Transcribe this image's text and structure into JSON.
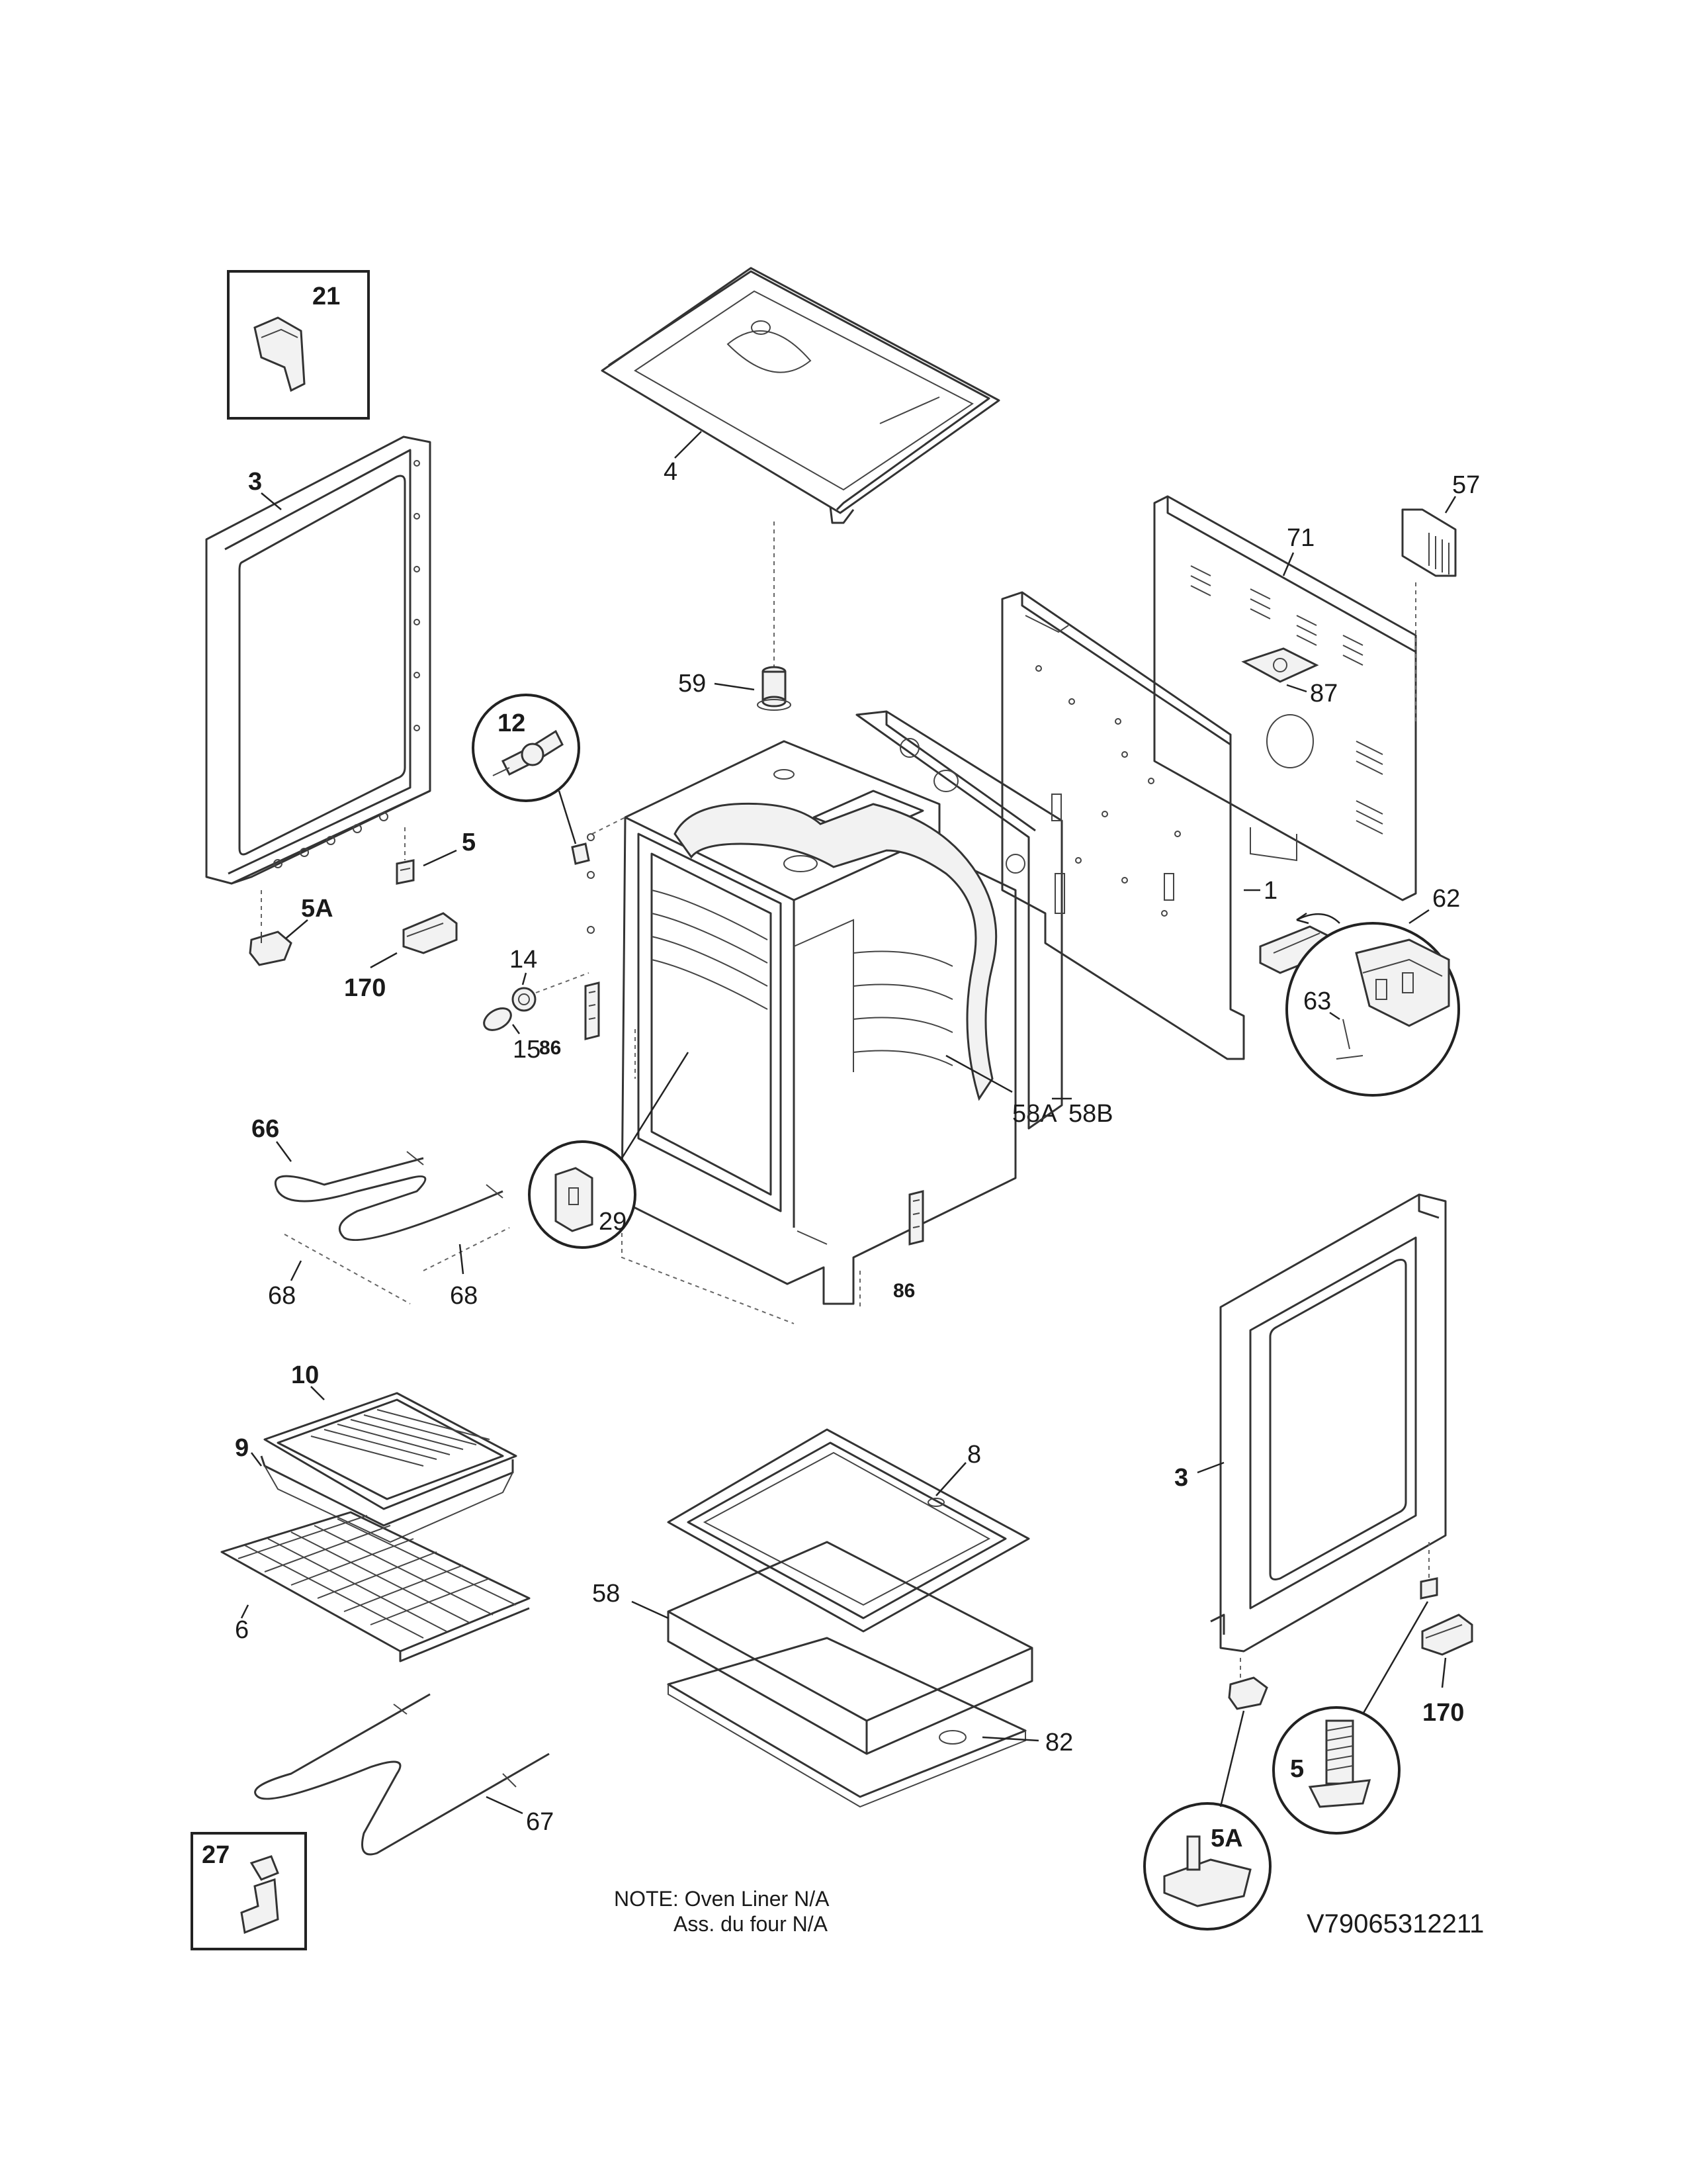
{
  "labels": {
    "p21": "21",
    "p3_left": "3",
    "p4": "4",
    "p57": "57",
    "p71": "71",
    "p59": "59",
    "p87": "87",
    "p12": "12",
    "p5_left": "5",
    "p5a_left": "5A",
    "p170_left": "170",
    "p1": "1",
    "p62": "62",
    "p63": "63",
    "p14": "14",
    "p15": "15",
    "p86_left": "86",
    "p58a": "58A",
    "p58b": "58B",
    "p66": "66",
    "p29": "29",
    "p68_a": "68",
    "p68_b": "68",
    "p86_right": "86",
    "p10": "10",
    "p9": "9",
    "p8": "8",
    "p3_right": "3",
    "p58": "58",
    "p6": "6",
    "p82": "82",
    "p170_right": "170",
    "p5_right": "5",
    "p5a_right": "5A",
    "p67": "67",
    "p27": "27"
  },
  "note": {
    "line1": "NOTE: Oven Liner N/A",
    "line2": "Ass. du four N/A"
  },
  "diagram_code": "V79065312211"
}
